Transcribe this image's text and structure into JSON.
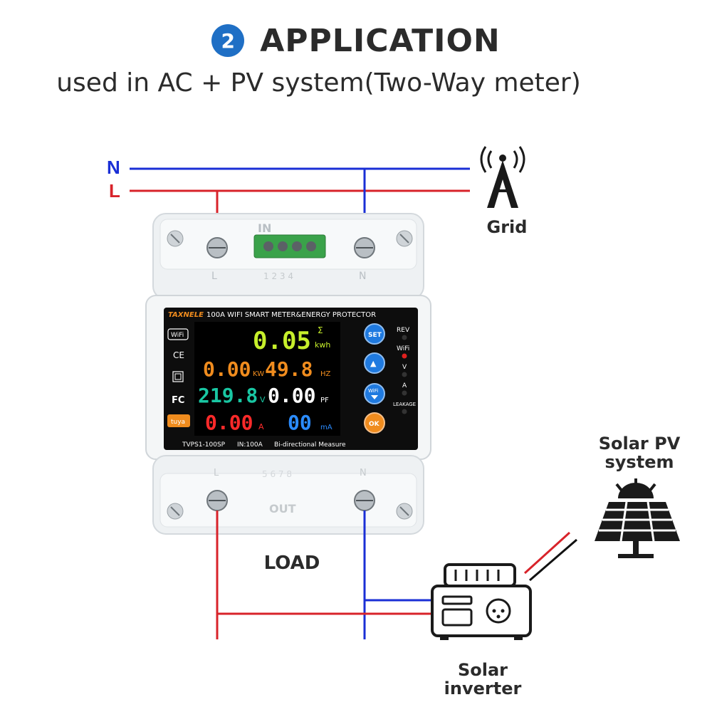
{
  "header": {
    "step_number": "2",
    "title": "APPLICATION",
    "subtitle": "used in AC + PV system(Two-Way meter)"
  },
  "wires": {
    "neutral_label": "N",
    "live_label": "L",
    "neutral_color": "#1a2fd6",
    "live_color": "#d8232a"
  },
  "grid": {
    "label": "Grid",
    "icon": "transmission-tower-icon"
  },
  "load": {
    "label": "LOAD"
  },
  "solar": {
    "label_line1": "Solar PV",
    "label_line2": "system",
    "icon": "solar-panel-icon"
  },
  "inverter": {
    "label_line1": "Solar",
    "label_line2": "inverter",
    "icon": "inverter-icon"
  },
  "meter": {
    "brand": "TAXNELE",
    "model_title": "100A WIFI SMART METER&ENERGY PROTECTOR",
    "top_terminal_text": "IN",
    "top_terminal_l": "L",
    "top_terminal_n": "N",
    "top_terminal_numbers": "1 2 3 4",
    "bottom_terminal_text": "OUT",
    "bottom_terminal_l": "L",
    "bottom_terminal_n": "N",
    "bottom_terminal_numbers": "5 6 7 8",
    "left_badges": [
      "WiFi",
      "CE",
      "□",
      "FC",
      "tuya"
    ],
    "display": {
      "energy_value": "0.05",
      "energy_symbol": "Σ",
      "energy_unit": "kwh",
      "power_value": "0.00",
      "power_unit": "KW",
      "frequency_value": "49.8",
      "frequency_unit": "HZ",
      "voltage_value": "219.8",
      "voltage_unit": "V",
      "pf_value": "0.00",
      "pf_unit": "PF",
      "current_value": "0.00",
      "current_unit": "A",
      "leakage_value": "00",
      "leakage_unit": "mA"
    },
    "buttons": {
      "set": "SET",
      "up": "▲",
      "wifi_down": "WiFi",
      "ok": "OK"
    },
    "indicators": [
      "REV",
      "WiFi",
      "V",
      "A",
      "LEAKAGE"
    ],
    "footer_model": "TVPS1-100SP",
    "footer_rating": "IN:100A",
    "footer_desc": "Bi-directional Measure",
    "colors": {
      "energy": "#c7ef2b",
      "power": "#f08c1e",
      "frequency": "#f08c1e",
      "voltage": "#19c7a3",
      "pf": "#ffffff",
      "current": "#ff2a2a",
      "leakage": "#2b8cff"
    }
  }
}
